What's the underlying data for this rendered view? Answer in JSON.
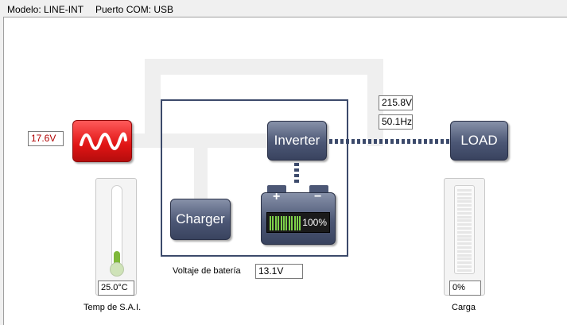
{
  "header": {
    "model": "Modelo: LINE-INT",
    "port": "Puerto COM: USB"
  },
  "input": {
    "voltage": "17.6V"
  },
  "output": {
    "voltage": "215.8V",
    "frequency": "50.1Hz"
  },
  "blocks": {
    "inverter": "Inverter",
    "charger": "Charger",
    "load": "LOAD"
  },
  "battery": {
    "percent_label": "100%",
    "level": 1.0,
    "plus": "+",
    "minus": "−",
    "voltage_label": "Voltaje de batería",
    "voltage": "13.1V"
  },
  "temperature": {
    "value": "25.0°C",
    "label": "Temp de S.A.I.",
    "level": 0.22
  },
  "load": {
    "value": "0%",
    "label": "Carga",
    "level": 0.0
  },
  "colors": {
    "ac": "#e01414",
    "block": "#4c5775",
    "battery_bar": "#7ed04a",
    "thermo_fill": "#7fb83a"
  }
}
